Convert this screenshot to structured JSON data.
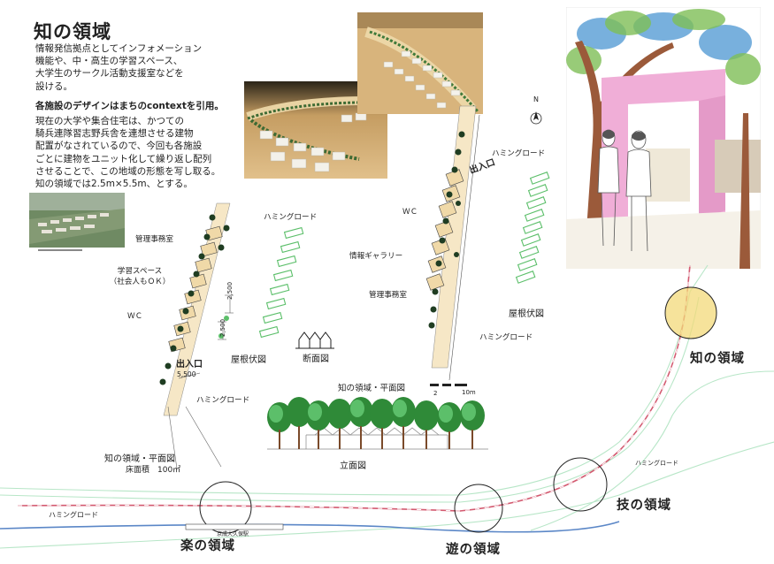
{
  "header": {
    "title": "知の領域",
    "description_lines": [
      "情報発信拠点としてインフォメーション",
      "機能や、中・高生の学習スペース、",
      "大学生のサークル活動支援室などを",
      "設ける。"
    ],
    "lead": "各施設のデザインはまちのcontextを引用。",
    "body_lines": [
      "現在の大学や集合住宅は、かつての",
      "騎兵連隊習志野兵舎を連想させる建物",
      "配置がなされているので、今回も各施設",
      "ごとに建物をユニット化して繰り返し配列",
      "させることで、この地域の形態を写し取る。",
      "知の領域では2.5m×5.5m、とする。"
    ]
  },
  "left_plan": {
    "labels": {
      "admin_office": "管理事務室",
      "study_space": "学習スペース",
      "study_space_note": "（社会人もＯＫ）",
      "wc": "ＷＣ",
      "entrance": "出入口",
      "hamming_road_top": "ハミングロード",
      "hamming_road_bottom": "ハミングロード",
      "roof_plan": "屋根伏図",
      "section": "断面図",
      "dim_2500_a": "2,500",
      "dim_2500_b": "2,500",
      "dim_5500": "5,500",
      "plan_title": "知の領域・平面図",
      "floor_area": "床面積　100㎡"
    }
  },
  "right_plan": {
    "labels": {
      "north": "N",
      "hamming_road_top": "ハミングロード",
      "entrance": "出入口",
      "wc": "ＷＣ",
      "gallery": "情報ギャラリー",
      "admin_office": "管理事務室",
      "roof_plan": "屋根伏図",
      "hamming_road_bottom": "ハミングロード"
    }
  },
  "scale": {
    "title": "知の領域・平面図",
    "mark_2": "2",
    "mark_10": "10m"
  },
  "elevation": {
    "label": "立面図"
  },
  "map": {
    "zones": {
      "knowledge": "知の領域",
      "technique": "技の領域",
      "ease": "楽の領域",
      "play": "遊の領域"
    },
    "hamming_road_left": "ハミングロード",
    "hamming_road_right": "ハミングロード",
    "station": "京成大久保駅"
  },
  "colors": {
    "plan_fill": "#f6e7c6",
    "unit_fill": "#f0d9a8",
    "roof_green": "#5cbf6a",
    "tree_green": "#2f8a38",
    "route_red": "#d35a70",
    "zone_yellow": "#f3d97a",
    "pink_wall": "#f0aed7"
  }
}
